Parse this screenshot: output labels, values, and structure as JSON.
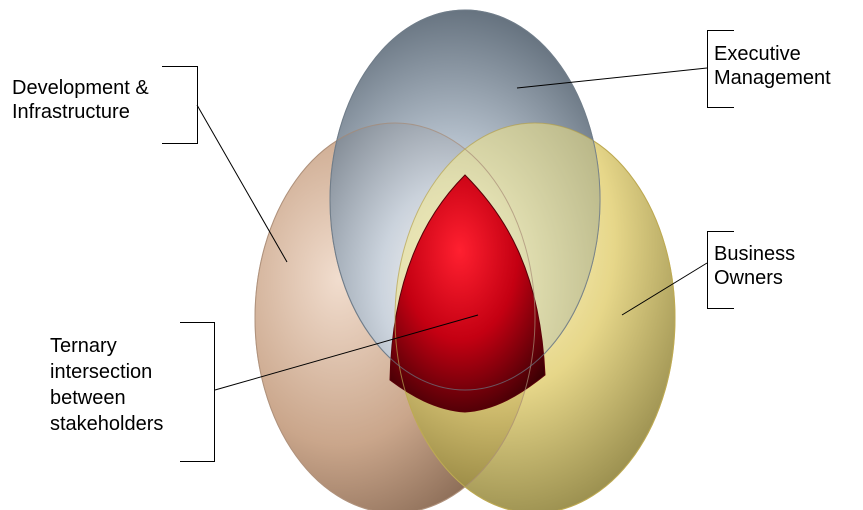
{
  "diagram": {
    "type": "venn",
    "sets": [
      {
        "name": "Development & Infrastructure",
        "color": "#c9a78e"
      },
      {
        "name": "Executive Management",
        "color": "#8ea0b4"
      },
      {
        "name": "Business Owners",
        "color": "#e0d070"
      }
    ],
    "center_color": "#d40018"
  },
  "labels": {
    "dev_line1": "Development &",
    "dev_line2": "Infrastructure",
    "exec_line1": "Executive",
    "exec_line2": "Management",
    "biz_line1": "Business",
    "biz_line2": "Owners",
    "ternary_line1": "Ternary",
    "ternary_line2": "intersection",
    "ternary_line3": "between",
    "ternary_line4": "stakeholders"
  }
}
